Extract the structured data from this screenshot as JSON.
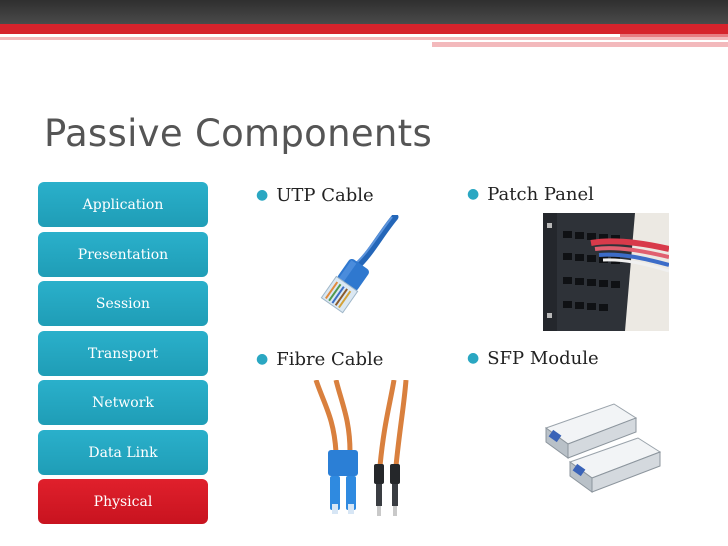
{
  "slide": {
    "title": "Passive Components"
  },
  "osi_layers": [
    {
      "label": "Application",
      "active": false
    },
    {
      "label": "Presentation",
      "active": false
    },
    {
      "label": "Session",
      "active": false
    },
    {
      "label": "Transport",
      "active": false
    },
    {
      "label": "Network",
      "active": false
    },
    {
      "label": "Data Link",
      "active": false
    },
    {
      "label": "Physical",
      "active": true
    }
  ],
  "components": [
    {
      "label": "UTP Cable",
      "icon": "utp-cable-icon"
    },
    {
      "label": "Patch Panel",
      "icon": "patch-panel-icon"
    },
    {
      "label": "Fibre Cable",
      "icon": "fibre-cable-icon"
    },
    {
      "label": "SFP Module",
      "icon": "sfp-module-icon"
    }
  ],
  "colors": {
    "header": "#3a3a3a",
    "accent_red": "#d6232c",
    "layer_blue": "#22a8c4",
    "layer_active": "#d81a26"
  }
}
